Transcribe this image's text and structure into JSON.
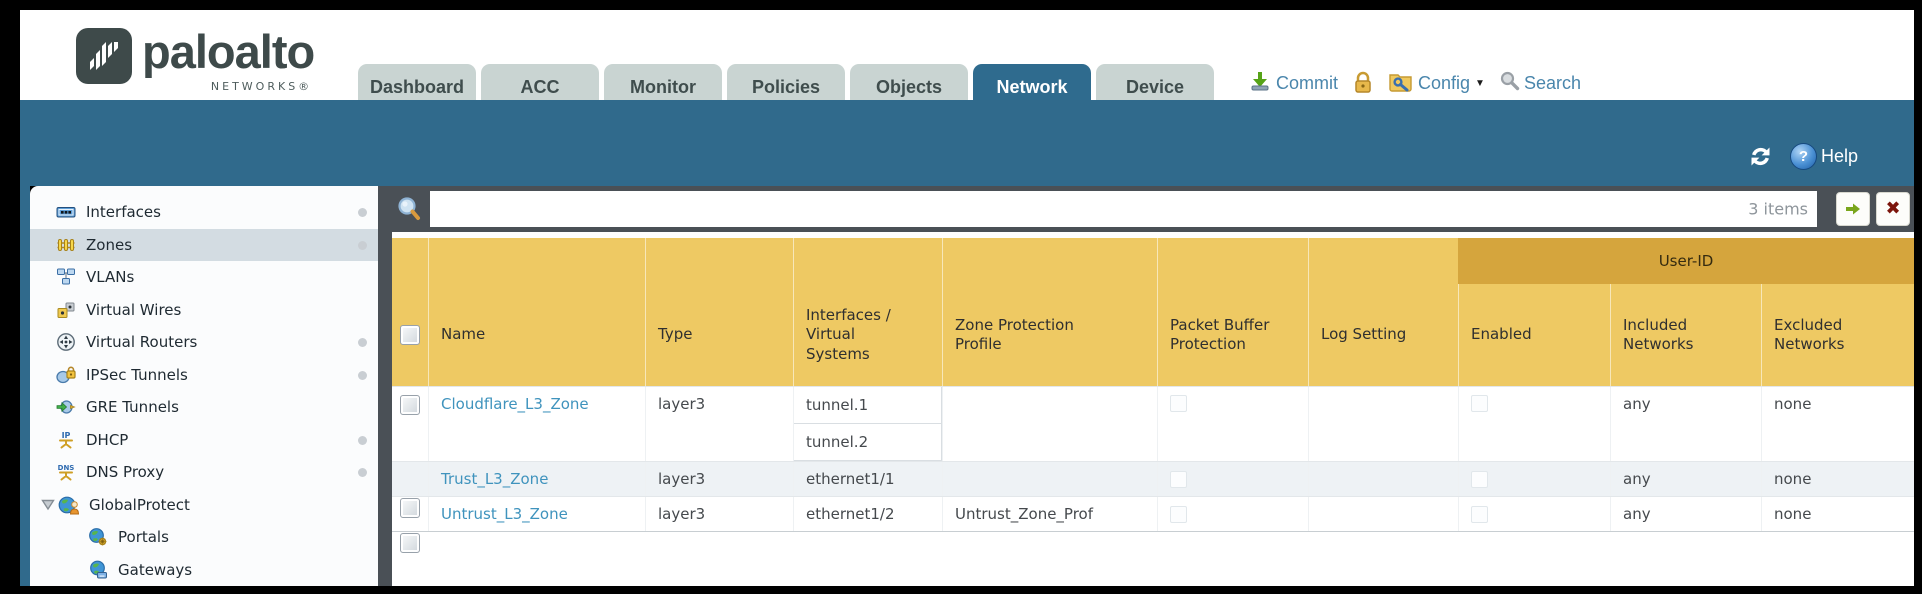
{
  "brand": {
    "name": "paloalto",
    "subtitle": "NETWORKS®"
  },
  "nav": {
    "tabs": [
      {
        "label": "Dashboard",
        "active": false
      },
      {
        "label": "ACC",
        "active": false
      },
      {
        "label": "Monitor",
        "active": false
      },
      {
        "label": "Policies",
        "active": false
      },
      {
        "label": "Objects",
        "active": false
      },
      {
        "label": "Network",
        "active": true
      },
      {
        "label": "Device",
        "active": false
      }
    ]
  },
  "actions": {
    "commit": "Commit",
    "config": "Config",
    "search": "Search",
    "caret": "▼"
  },
  "band": {
    "help": "Help"
  },
  "filter": {
    "value": "",
    "count": "3 items"
  },
  "sidebar": {
    "items": [
      {
        "label": "Interfaces",
        "has_dot": true,
        "selected": false
      },
      {
        "label": "Zones",
        "has_dot": true,
        "selected": true
      },
      {
        "label": "VLANs",
        "has_dot": false,
        "selected": false
      },
      {
        "label": "Virtual Wires",
        "has_dot": false,
        "selected": false
      },
      {
        "label": "Virtual Routers",
        "has_dot": true,
        "selected": false
      },
      {
        "label": "IPSec Tunnels",
        "has_dot": true,
        "selected": false
      },
      {
        "label": "GRE Tunnels",
        "has_dot": false,
        "selected": false
      },
      {
        "label": "DHCP",
        "has_dot": true,
        "selected": false
      },
      {
        "label": "DNS Proxy",
        "has_dot": true,
        "selected": false
      },
      {
        "label": "GlobalProtect",
        "has_dot": false,
        "selected": false,
        "expanded": true
      },
      {
        "label": "Portals",
        "has_dot": false,
        "selected": false,
        "child": true
      },
      {
        "label": "Gateways",
        "has_dot": false,
        "selected": false,
        "child": true
      }
    ]
  },
  "table": {
    "group_header": "User-ID",
    "columns": {
      "name": "Name",
      "type": "Type",
      "interfaces": "Interfaces / Virtual Systems",
      "zone_protection_profile": "Zone Protection Profile",
      "packet_buffer_protection": "Packet Buffer Protection",
      "log_setting": "Log Setting",
      "enabled": "Enabled",
      "included_networks": "Included Networks",
      "excluded_networks": "Excluded Networks"
    },
    "rows": [
      {
        "selected": false,
        "name": "Cloudflare_L3_Zone",
        "type": "layer3",
        "interfaces": [
          "tunnel.1",
          "tunnel.2"
        ],
        "zone_protection_profile": "",
        "packet_buffer_protection": false,
        "log_setting": "",
        "user_id_enabled": false,
        "included_networks": "any",
        "excluded_networks": "none"
      },
      {
        "selected": false,
        "name": "Trust_L3_Zone",
        "type": "layer3",
        "interfaces": [
          "ethernet1/1"
        ],
        "zone_protection_profile": "",
        "packet_buffer_protection": false,
        "log_setting": "",
        "user_id_enabled": false,
        "included_networks": "any",
        "excluded_networks": "none"
      },
      {
        "selected": false,
        "name": "Untrust_L3_Zone",
        "type": "layer3",
        "interfaces": [
          "ethernet1/2"
        ],
        "zone_protection_profile": "Untrust_Zone_Prof",
        "packet_buffer_protection": false,
        "log_setting": "",
        "user_id_enabled": false,
        "included_networks": "any",
        "excluded_networks": "none"
      }
    ]
  },
  "colors": {
    "teal_band": "#306a8c",
    "active_tab": "#2f6b8e",
    "header_gold": "#eec963",
    "group_band_gold": "#d5a53d",
    "dark_bar": "#4a5056",
    "link_blue": "#3f93bd",
    "selected_row": "#d3dce2"
  }
}
